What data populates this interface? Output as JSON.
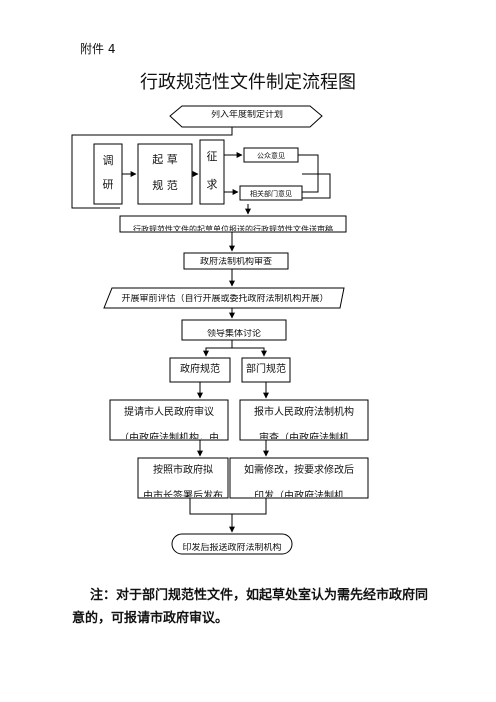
{
  "attachment": "附件 4",
  "title": "行政规范性文件制定流程图",
  "nodes": {
    "plan": "列入年度制定计划",
    "research_1": "调",
    "research_2": "研",
    "draft_1": "起 草",
    "draft_2": "规 范",
    "solicit_1": "征",
    "solicit_2": "求",
    "public_opinion": "公众意见",
    "dept_opinion": "相关部门意见",
    "submit_legal": "行政规范性文件的起草单位报送的行政规范性文件送审稿",
    "legal_review": "政府法制机构审查",
    "assessment": "开展审前评估（自行开展或委托政府法制机构开展）",
    "collective": "领导集体讨论",
    "gov_rule": "政府规范",
    "dept_rule": "部门规范",
    "submit_gov_1": "提请市人民政府审议",
    "submit_gov_2": "（由政府法制机构，由",
    "submit_legal_agency_1": "报市人民政府法制机构",
    "submit_legal_agency_2": "审查（由政府法制机",
    "gov_issue_1": "按照市政府拟",
    "gov_issue_2": "由市长签署后发布",
    "revise_1": "如需修改，按要求修改后",
    "revise_2": "印发（由政府法制机",
    "record": "印发后报送政府法制机构"
  },
  "note": "注：对于部门规范性文件，如起草处室认为需先经市政府同意的，可报请市政府审议。"
}
